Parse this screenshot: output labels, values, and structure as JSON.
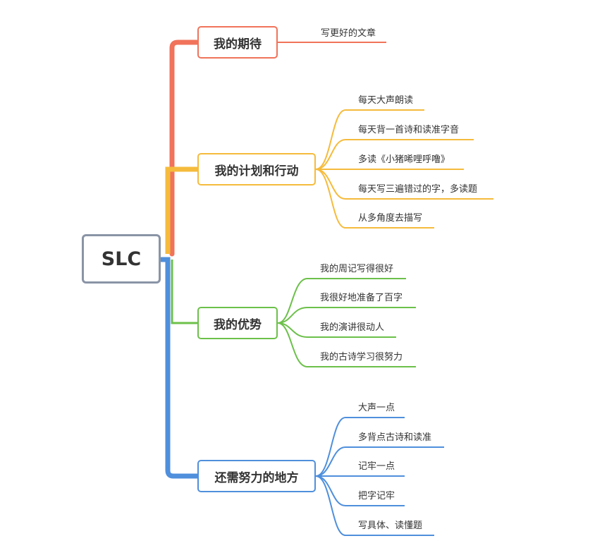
{
  "root": {
    "label": "SLC"
  },
  "branches": [
    {
      "label": "我的期待",
      "color": "#f0735a",
      "leaves": [
        "写更好的文章"
      ]
    },
    {
      "label": "我的计划和行动",
      "color": "#f5bb3c",
      "leaves": [
        "每天大声朗读",
        "每天背一首诗和读准字音",
        "多读《小猪唏哩呼噜》",
        "每天写三遍错过的字，多读题",
        "从多角度去描写"
      ]
    },
    {
      "label": "我的优势",
      "color": "#6cc04a",
      "leaves": [
        "我的周记写得很好",
        "我很好地准备了百字",
        "我的演讲很动人",
        "我的古诗学习很努力"
      ]
    },
    {
      "label": "还需努力的地方",
      "color": "#4f8fdc",
      "leaves": [
        "大声一点",
        "多背点古诗和读准",
        "记牢一点",
        "把字记牢",
        "写具体、读懂题"
      ]
    }
  ]
}
